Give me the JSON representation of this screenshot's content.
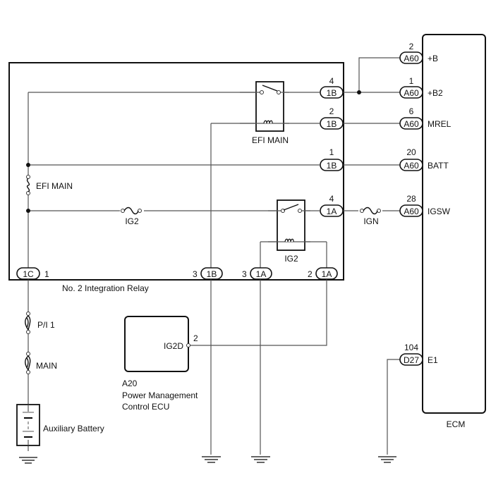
{
  "diagram": {
    "components": {
      "integration_relay": {
        "label": "No. 2 Integration Relay"
      },
      "ecm": {
        "label": "ECM"
      },
      "power_mgmt_ecu": {
        "code": "A20",
        "line1": "Power Management",
        "line2": "Control ECU",
        "terminal": "IG2D",
        "pin": "2"
      },
      "aux_battery": {
        "label": "Auxiliary Battery"
      },
      "relay_efi_main": {
        "label": "EFI MAIN"
      },
      "relay_ig2": {
        "label": "IG2"
      }
    },
    "fuses": {
      "efi_main": "EFI MAIN",
      "ig2": "IG2",
      "ign": "IGN",
      "pi1": "P/I 1",
      "main": "MAIN"
    },
    "ecm_pins": [
      {
        "connector": "A60",
        "pin": "2",
        "signal": "+B"
      },
      {
        "connector": "A60",
        "pin": "1",
        "signal": "+B2"
      },
      {
        "connector": "A60",
        "pin": "6",
        "signal": "MREL"
      },
      {
        "connector": "A60",
        "pin": "20",
        "signal": "BATT"
      },
      {
        "connector": "A60",
        "pin": "28",
        "signal": "IGSW"
      },
      {
        "connector": "D27",
        "pin": "104",
        "signal": "E1"
      }
    ],
    "relay_pins": [
      {
        "connector": "1B",
        "pin": "4"
      },
      {
        "connector": "1B",
        "pin": "2"
      },
      {
        "connector": "1B",
        "pin": "1"
      },
      {
        "connector": "1A",
        "pin": "4"
      },
      {
        "connector": "1C",
        "pin": "1"
      },
      {
        "connector": "1B",
        "pin": "3"
      },
      {
        "connector": "1A",
        "pin": "3"
      },
      {
        "connector": "1A",
        "pin": "2"
      }
    ]
  }
}
